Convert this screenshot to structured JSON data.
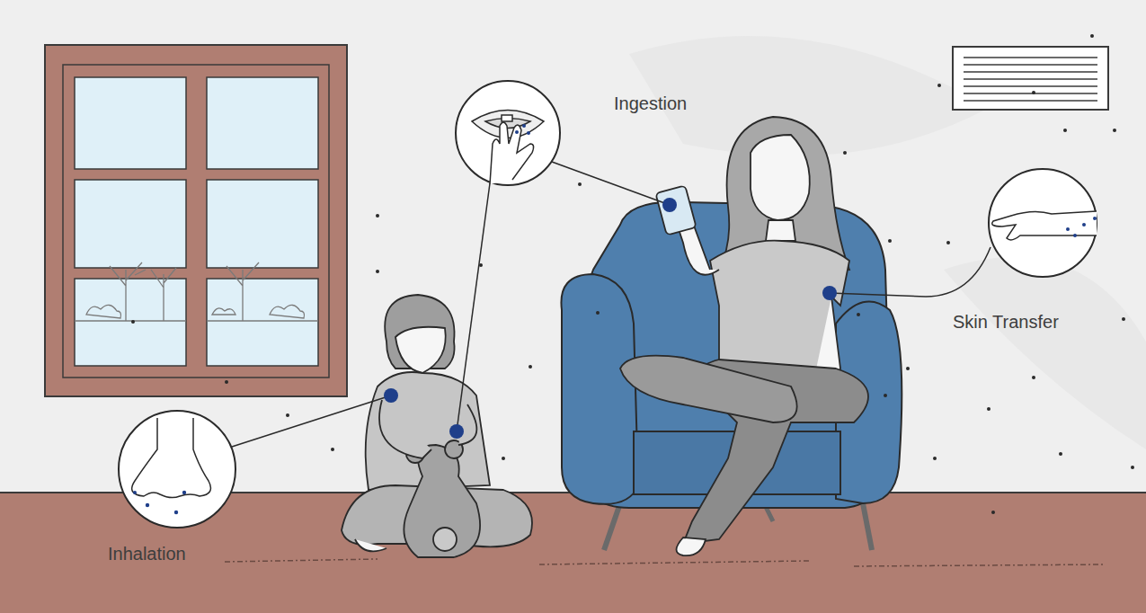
{
  "diagram": {
    "labels": [
      "Ingestion",
      "Skin Transfer",
      "Inhalation"
    ]
  }
}
